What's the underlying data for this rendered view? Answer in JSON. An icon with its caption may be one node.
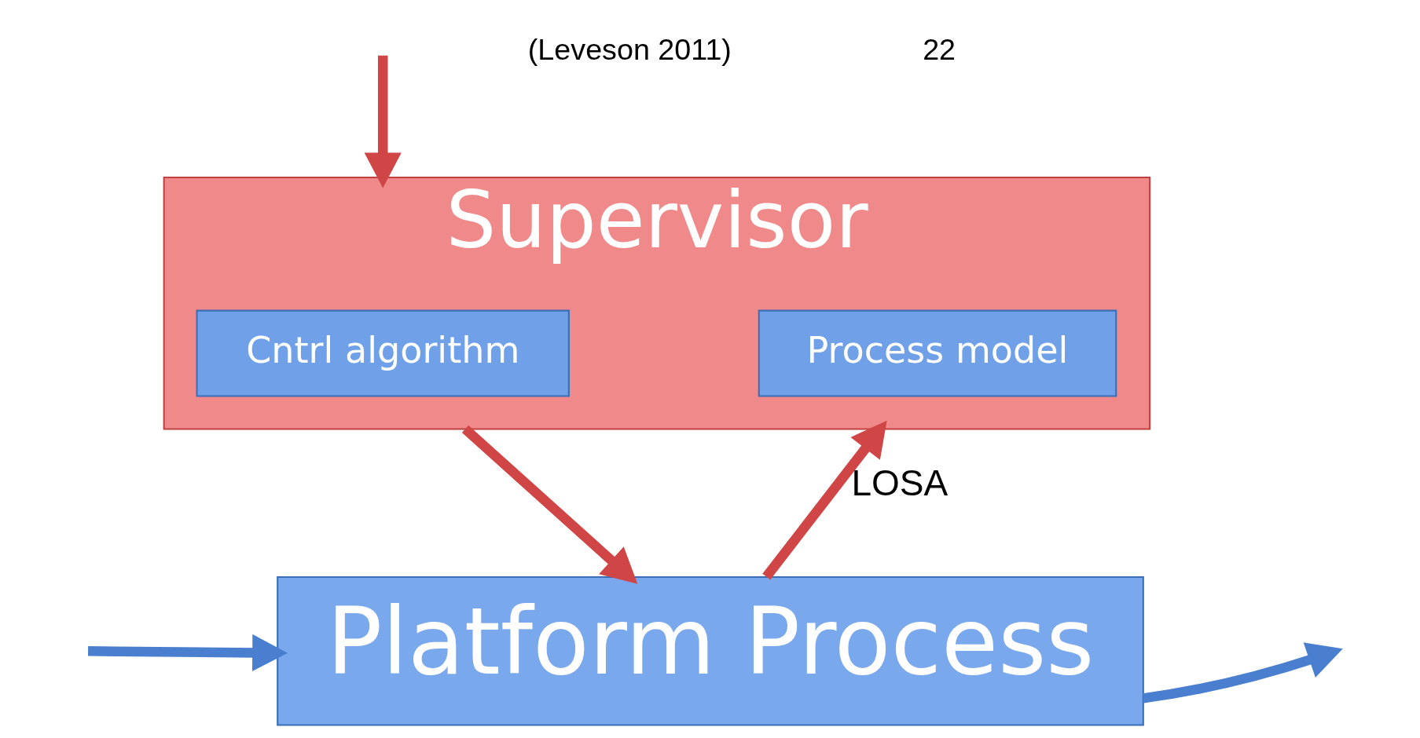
{
  "diagram": {
    "nodes": [
      {
        "text": [
          "Supervisor"
        ]
      },
      {
        "text": [
          "Cntrl algorithm"
        ],
        "in": 0
      },
      {
        "text": [
          "Process model"
        ],
        "in": 0
      },
      {
        "text": [
          "Platform Process"
        ]
      }
    ],
    "edges": [
      {
        "from": null,
        "to": 0,
        "arrow": "to"
      },
      {
        "from": 0,
        "to": 3,
        "arrow": "to"
      },
      {
        "from": 3,
        "to": 0,
        "arrow": "to",
        "label": "LOSA"
      },
      {
        "from": 3,
        "to": null,
        "arrow": "to",
        "color": "#4a7fd0"
      },
      {
        "from": null,
        "to": 3,
        "arrow": "to",
        "color": "#4a7fd0"
      }
    ],
    "labels": [
      "(Leveson 2011)",
      "22"
    ]
  }
}
